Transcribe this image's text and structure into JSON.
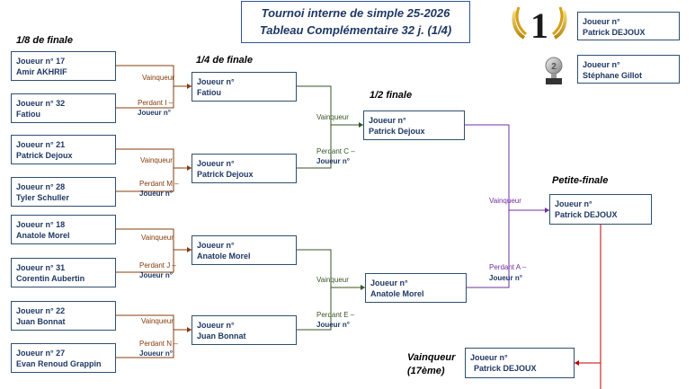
{
  "header": {
    "title_line1": "Tournoi interne de simple 25-2026",
    "title_line2": "Tableau Complémentaire 32 j. (1/4)"
  },
  "rounds": {
    "r16": "1/8 de finale",
    "qf": "1/4 de finale",
    "sf": "1/2 finale",
    "third": "Petite-finale",
    "winner_line1": "Vainqueur",
    "winner_line2": "(17ème)"
  },
  "podium": {
    "first_label": "Joueur n°",
    "first_name": "Patrick DEJOUX",
    "second_label": "Joueur n°",
    "second_name": "Stéphane Gillot"
  },
  "r16": [
    {
      "label": "Joueur n° 17",
      "name": "Amir AKHRIF"
    },
    {
      "label": "Joueur n° 32",
      "name": "Fatiou"
    },
    {
      "label": "Joueur n° 21",
      "name": "Patrick Dejoux"
    },
    {
      "label": "Joueur n° 28",
      "name": "Tyler Schuller"
    },
    {
      "label": "Joueur n° 18",
      "name": "Anatole Morel"
    },
    {
      "label": "Joueur n° 31",
      "name": "Corentin Aubertin"
    },
    {
      "label": "Joueur n° 22",
      "name": "Juan Bonnat"
    },
    {
      "label": "Joueur n° 27",
      "name": "Evan Renoud Grappin"
    }
  ],
  "qf": [
    {
      "label": "Joueur n°",
      "name": "Fatiou"
    },
    {
      "label": "Joueur n°",
      "name": "Patrick Dejoux"
    },
    {
      "label": "Joueur n°",
      "name": "Anatole Morel"
    },
    {
      "label": "Joueur n°",
      "name": "Juan Bonnat"
    }
  ],
  "sf": [
    {
      "label": "Joueur n°",
      "name": "Patrick Dejoux"
    },
    {
      "label": "Joueur n°",
      "name": "Anatole Morel"
    }
  ],
  "third_place": {
    "label": "Joueur n°",
    "name": "Patrick DEJOUX"
  },
  "final_winner": {
    "label": "Joueur n°",
    "name": "Patrick DEJOUX"
  },
  "connectors": {
    "r16": [
      {
        "win": "Vainqueur",
        "lose": "Perdant I –",
        "lose_sub": "Joueur n°"
      },
      {
        "win": "Vainqueur",
        "lose": "Perdant M –",
        "lose_sub": "Joueur n°"
      },
      {
        "win": "Vainqueur",
        "lose": "Perdant J –",
        "lose_sub": "Joueur n°"
      },
      {
        "win": "Vainqueur",
        "lose": "Perdant N –",
        "lose_sub": "Joueur n°"
      }
    ],
    "qf": [
      {
        "win": "Vainqueur",
        "lose": "Perdant C –",
        "lose_sub": "Joueur n°"
      },
      {
        "win": "Vainqueur",
        "lose": "Perdant E –",
        "lose_sub": "Joueur n°"
      }
    ],
    "sf": {
      "win": "Vainqueur",
      "lose": "Perdant A –",
      "lose_sub": "Joueur n°"
    }
  },
  "colors": {
    "r16_lines": "#843c0c",
    "qf_lines": "#375623",
    "sf_lines": "#7030a0",
    "final_lines": "#c00000",
    "box_text": "#1f3864"
  }
}
